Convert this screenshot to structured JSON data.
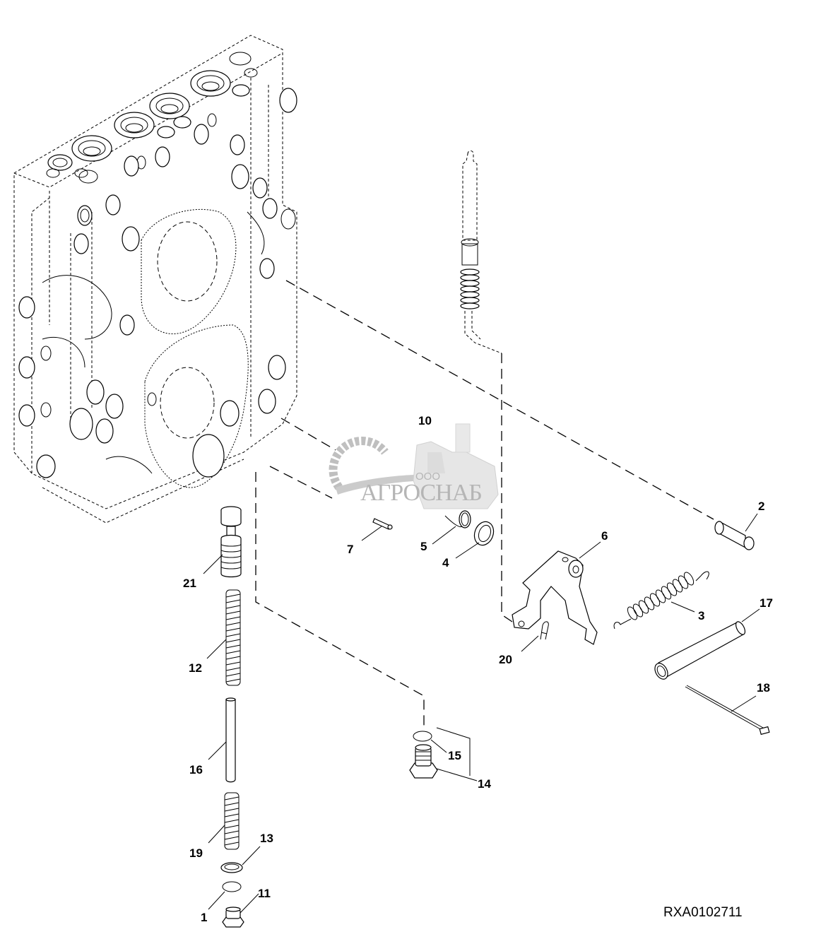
{
  "figure": {
    "id": "RXA0102711",
    "watermark": {
      "company_prefix": "ООО",
      "company_name": "АГРОСНАБ"
    }
  },
  "callouts": [
    {
      "number": "1"
    },
    {
      "number": "2"
    },
    {
      "number": "3"
    },
    {
      "number": "4"
    },
    {
      "number": "5"
    },
    {
      "number": "6"
    },
    {
      "number": "7"
    },
    {
      "number": "10"
    },
    {
      "number": "11"
    },
    {
      "number": "12"
    },
    {
      "number": "13"
    },
    {
      "number": "14"
    },
    {
      "number": "15"
    },
    {
      "number": "16"
    },
    {
      "number": "17"
    },
    {
      "number": "18"
    },
    {
      "number": "19"
    },
    {
      "number": "20"
    },
    {
      "number": "21"
    }
  ]
}
